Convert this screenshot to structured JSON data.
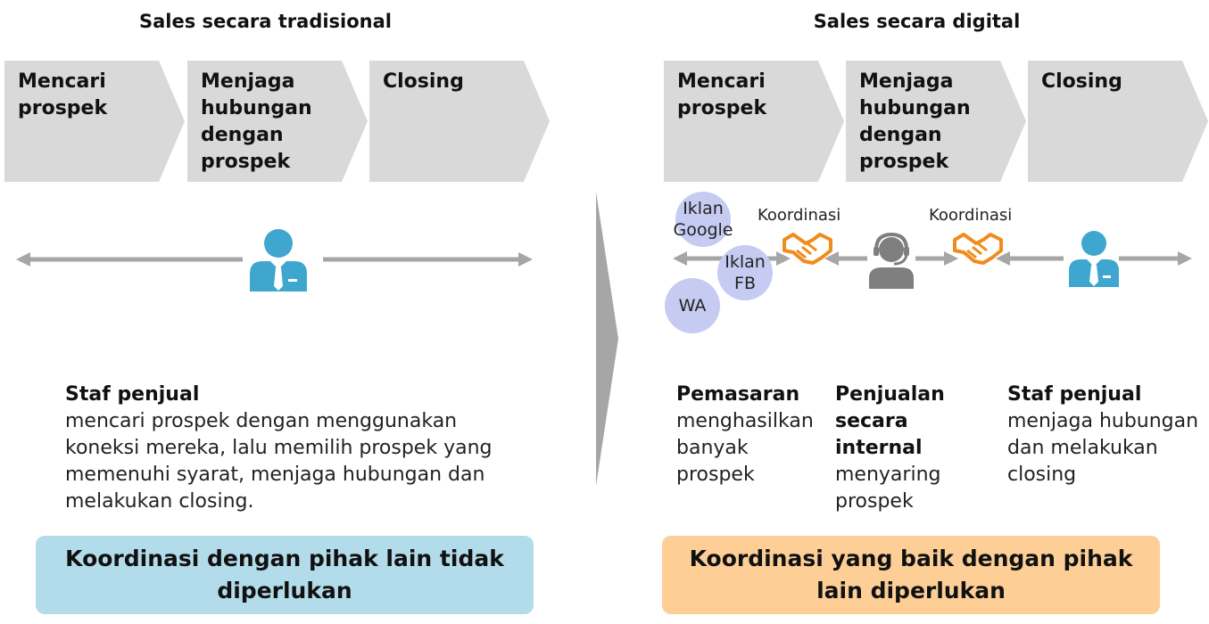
{
  "left": {
    "title": "Sales secara tradisional",
    "steps": [
      "Mencari prospek",
      "Menjaga hubungan dengan prospek",
      "Closing"
    ],
    "staff_title": "Staf penjual",
    "staff_desc": "mencari prospek dengan menggunakan koneksi mereka, lalu memilih prospek yang memenuhi syarat, menjaga hubungan dan melakukan closing.",
    "bottom_box": "Koordinasi dengan pihak lain tidak diperlukan"
  },
  "right": {
    "title": "Sales secara digital",
    "steps": [
      "Mencari prospek",
      "Menjaga hubungan dengan prospek",
      "Closing"
    ],
    "channels": [
      "Iklan Google",
      "Iklan FB",
      "WA"
    ],
    "koordinasi_1": "Koordinasi",
    "koordinasi_2": "Koordinasi",
    "roles": [
      {
        "title": "Pemasaran",
        "desc": "menghasilkan banyak prospek"
      },
      {
        "title": "Penjualan secara internal",
        "desc": "menyaring prospek"
      },
      {
        "title": "Staf penjual",
        "desc": "menjaga hubungan dan melakukan closing"
      }
    ],
    "bottom_box": "Koordinasi yang baik dengan pihak lain diperlukan"
  },
  "colors": {
    "chevron": "#d9d9d9",
    "arrow": "#a6a6a6",
    "person": "#3ea6cf",
    "headset_person": "#7f7f7f",
    "handshake": "#f08c1c",
    "circle": "#c6cbf2",
    "left_box": "#b3dceb",
    "right_box": "#fdcf96",
    "divider": "#a6a6a6"
  },
  "icons": [
    "salesperson-icon",
    "headset-agent-icon",
    "handshake-icon"
  ]
}
